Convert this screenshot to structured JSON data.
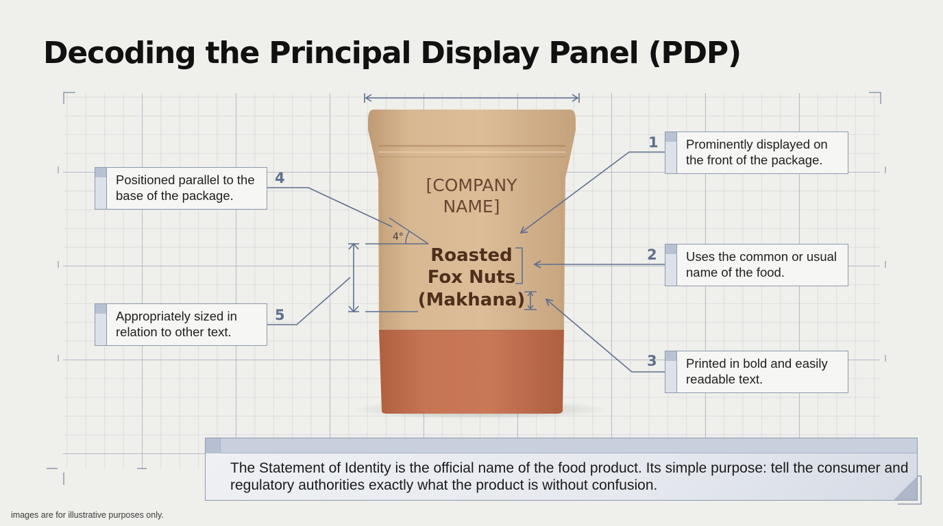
{
  "title": "Decoding the Principal Display Panel (PDP)",
  "package": {
    "company_name": "[COMPANY NAME]",
    "product_name": [
      "Roasted",
      "Fox Nuts",
      "(Makhana)"
    ],
    "angle_label": "4°"
  },
  "callouts": [
    {
      "number": "1",
      "text": "Prominently displayed on the front of the package."
    },
    {
      "number": "2",
      "text": "Uses the common or usual name of the food."
    },
    {
      "number": "3",
      "text": "Printed in bold and easily readable text."
    },
    {
      "number": "4",
      "text": "Positioned parallel to the base of the package."
    },
    {
      "number": "5",
      "text": "Appropriately sized in relation to other text."
    }
  ],
  "statement": "The Statement of Identity is the official name of the food product. Its simple purpose: tell the consumer and regulatory authorities exactly what the product is without confusion.",
  "footnote": "images are for illustrative purposes only.",
  "colors": {
    "kraft": "#d2b08a",
    "terracotta": "#c3714f",
    "ink": "#4f2f1c",
    "blueprint": "#5f6f8f"
  }
}
